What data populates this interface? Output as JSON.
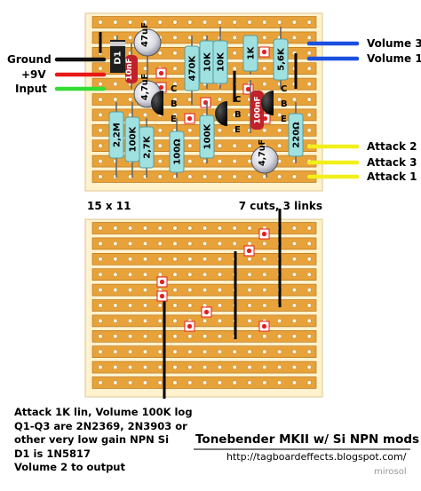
{
  "board_top": {
    "dimensions_label": "15 x 11",
    "cuts_links_label": "7 cuts, 3 links",
    "wires_left": [
      {
        "label": "Ground",
        "color": "#111111"
      },
      {
        "label": "+9V",
        "color": "#e81818"
      },
      {
        "label": "Input",
        "color": "#33dd33"
      }
    ],
    "wires_right": [
      {
        "label": "Volume 3",
        "color": "#1a4fe0"
      },
      {
        "label": "Volume 1",
        "color": "#1a4fe0"
      },
      {
        "label": "Attack 2",
        "color": "#f2ef1a"
      },
      {
        "label": "Attack 3",
        "color": "#f2ef1a"
      },
      {
        "label": "Attack 1",
        "color": "#f2ef1a"
      }
    ],
    "components": {
      "d1": "D1",
      "c_47uf": "47uF",
      "c_10nf": "10nF",
      "c_4_7uf_a": "4,7uF",
      "c_100nf": "100nF",
      "c_4_7uf_b": "4,7uF",
      "r_470k": "470K",
      "r_10k": "10K",
      "r_1k": "1K",
      "r_5_6k": "5,6K",
      "r_2_2m": "2,2M",
      "r_100k_a": "100K",
      "r_2_7k": "2,7K",
      "r_100r": "100Ω",
      "r_100k_b": "100K",
      "r_220r": "220Ω"
    },
    "transistor_letters": [
      "C",
      "B",
      "E"
    ]
  },
  "notes": [
    "Attack 1K lin, Volume 100K log",
    "Q1-Q3 are 2N2369, 2N3903 or",
    "other very low gain NPN Si",
    "D1 is 1N5817",
    "Volume 2 to output"
  ],
  "title": "Tonebender MKII w/ Si NPN mods",
  "url": "http://tagboardeffects.blogspot.com/",
  "author": "mirosol",
  "colors": {
    "board": "#fff2cc",
    "strip": "#e8a23a",
    "strip_edge": "#b06a10",
    "cut": "#e41f1f",
    "resistor": "#9fe0e0",
    "cap_electrolytic": "#e8e8ee",
    "cap_film": "#c0212a",
    "transistor": "#1a1a1a"
  }
}
